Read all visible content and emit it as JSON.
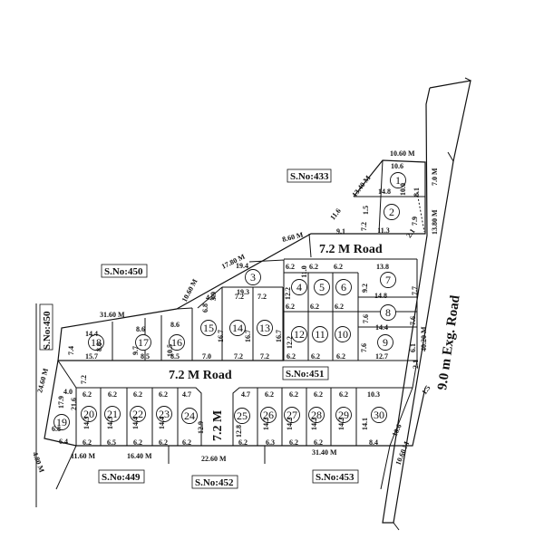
{
  "survey_labels": {
    "s433": "S.No:433",
    "s450_top": "S.No:450",
    "s450_left": "S.No:450",
    "s451": "S.No:451",
    "s449": "S.No:449",
    "s452": "S.No:452",
    "s453": "S.No:453"
  },
  "roads": {
    "internal_top": "7.2 M  Road",
    "internal_middle": "7.2 M  Road",
    "internal_vertical": "7.2 M",
    "existing": "9.0 m  Exg. Road"
  },
  "plots": [
    {
      "number": "1"
    },
    {
      "number": "2"
    },
    {
      "number": "3"
    },
    {
      "number": "4"
    },
    {
      "number": "5"
    },
    {
      "number": "6"
    },
    {
      "number": "7"
    },
    {
      "number": "8"
    },
    {
      "number": "9"
    },
    {
      "number": "10"
    },
    {
      "number": "11"
    },
    {
      "number": "12"
    },
    {
      "number": "13"
    },
    {
      "number": "14"
    },
    {
      "number": "15"
    },
    {
      "number": "16"
    },
    {
      "number": "17"
    },
    {
      "number": "18"
    },
    {
      "number": "19"
    },
    {
      "number": "20"
    },
    {
      "number": "21"
    },
    {
      "number": "22"
    },
    {
      "number": "23"
    },
    {
      "number": "24"
    },
    {
      "number": "25"
    },
    {
      "number": "26"
    },
    {
      "number": "27"
    },
    {
      "number": "28"
    },
    {
      "number": "29"
    },
    {
      "number": "30"
    }
  ],
  "boundary_dimensions": {
    "top_10_60": "10.60 M",
    "diag_13_40": "13.40 M",
    "right_7_0": "7.0 M",
    "right_13_80": "13.80 M",
    "diag_8_60": "8.60 M",
    "diag_17_80": "17.80 M",
    "diag_10_60": "10.60 M",
    "top_31_60": "31.60 M",
    "right_40_20": "40.20 M",
    "left_24_60": "24.60 M",
    "left_4_80": "4.80 M",
    "right_10_60": "10.60 M",
    "bottom_11_60": "11.60 M",
    "bottom_16_40": "16.40 M",
    "bottom_22_60": "22.60 M",
    "bottom_31_40": "31.40 M"
  },
  "plot_dimensions": [
    "10.6",
    "10.0",
    "8.1",
    "14.8",
    "1.5",
    "7.9",
    "11.6",
    "9.1",
    "7.2",
    "11.3",
    "2.1",
    "19.4",
    "19.3",
    "3.9",
    "6.8",
    "4.9",
    "6.2",
    "6.2",
    "6.2",
    "13.8",
    "11.0",
    "12.2",
    "9.2",
    "7.7",
    "14.8",
    "6.2",
    "6.2",
    "6.2",
    "7.6",
    "7.6",
    "14.4",
    "12.2",
    "6.1",
    "7.6",
    "12.7",
    "6.2",
    "6.2",
    "6.2",
    "2.1",
    "7.2",
    "7.2",
    "16.7",
    "16.7",
    "16.7",
    "7.0",
    "7.2",
    "7.2",
    "8.6",
    "8.6",
    "14.4",
    "7.4",
    "8.8",
    "9.7",
    "10.5",
    "15.7",
    "8.5",
    "8.5",
    "7.2",
    "4.0",
    "17.9",
    "21.6",
    "6.4",
    "6.8",
    "6.2",
    "6.2",
    "6.2",
    "6.2",
    "4.7",
    "14.3",
    "14.3",
    "14.4",
    "14.4",
    "12.9",
    "6.2",
    "6.5",
    "6.2",
    "6.2",
    "6.2",
    "4.7",
    "6.2",
    "6.2",
    "6.2",
    "6.2",
    "10.3",
    "12.8",
    "14.2",
    "14.2",
    "14.2",
    "14.2",
    "14.1",
    "10.6",
    "6.2",
    "6.3",
    "6.2",
    "6.2",
    "8.4",
    "1.5"
  ]
}
